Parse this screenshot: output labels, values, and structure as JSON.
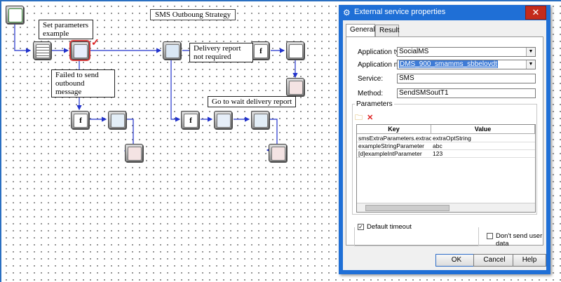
{
  "canvas": {
    "title": "SMS Outboung Strategy",
    "labels": {
      "set_params": "Set parameters example",
      "failed_send": "Failed to send outbound message",
      "delivery_report": "Delivery report not required",
      "go_wait": "Go to wait delivery report"
    }
  },
  "dialog": {
    "title": "External service properties",
    "tabs": [
      "General",
      "Result"
    ],
    "fields": {
      "application_type_label": "Application type:",
      "application_type_value": "SocialMS",
      "application_name_label": "Application name:",
      "application_name_value": "DMS_900_smamms_sbbelovdt",
      "service_label": "Service:",
      "service_value": "SMS",
      "method_label": "Method:",
      "method_value": "SendSMSoutT1"
    },
    "parameters": {
      "group_label": "Parameters",
      "columns": [
        "Key",
        "Value"
      ],
      "rows": [
        {
          "key": "smsExtraParameters.extraopt",
          "value": "extraOptString"
        },
        {
          "key": "exampleStringParameter",
          "value": "abc"
        },
        {
          "key": "[d]exampleIntParameter",
          "value": "123"
        }
      ]
    },
    "default_timeout_label": "Default timeout",
    "default_timeout_checked": true,
    "dont_send_label": "Don't send user data",
    "dont_send_checked": false,
    "buttons": {
      "ok": "OK",
      "cancel": "Cancel",
      "help": "Help"
    },
    "close": "✕"
  }
}
